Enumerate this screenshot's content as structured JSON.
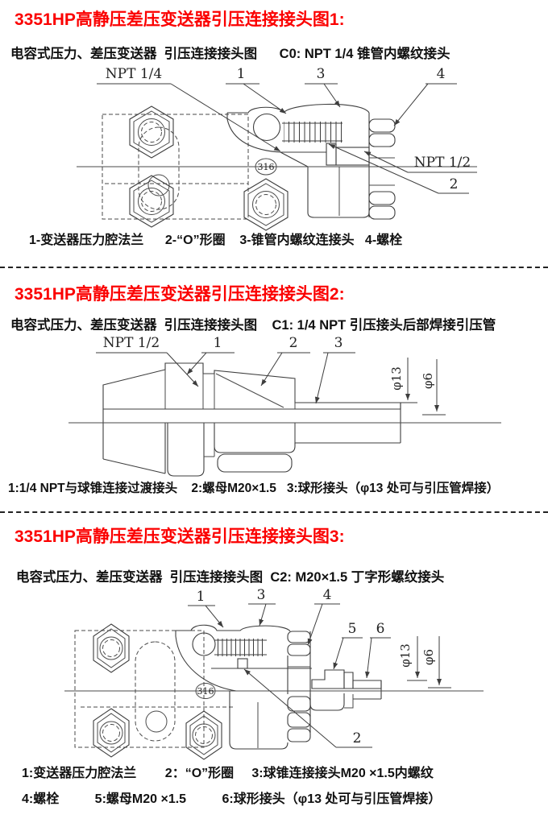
{
  "page": {
    "background": "#ffffff",
    "heading_color": "#fb0000",
    "ink_color": "#111111",
    "drawing_line_color": "#3d3d3d"
  },
  "sections": [
    {
      "heading": "3351HP高静压差压变送器引压连接接头图1:",
      "subtitle": "电容式压力、差压变送器  引压连接接头图      C0: NPT 1/4 锥管内螺纹接头",
      "captions": [
        "1-变送器压力腔法兰      2-“O”形圈    3-锥管内螺纹连接头   4-螺栓"
      ],
      "diagram_labels": {
        "npt14": "NPT 1/4",
        "n1": "1",
        "n3": "3",
        "n4": "4",
        "npt12": "NPT 1/2",
        "n2": "2",
        "steel": "316"
      }
    },
    {
      "heading": "3351HP高静压差压变送器引压连接接头图2:",
      "subtitle": "电容式压力、差压变送器  引压连接接头图    C1: 1/4 NPT 引压接头后部焊接引压管",
      "captions": [
        "1:1/4 NPT与球锥连接过渡接头    2:螺母M20×1.5   3:球形接头（φ13 处可与引压管焊接）"
      ],
      "diagram_labels": {
        "npt12": "NPT 1/2",
        "n1": "1",
        "n2": "2",
        "n3": "3",
        "d13": "φ13",
        "d6": "φ6"
      }
    },
    {
      "heading": "3351HP高静压差压变送器引压连接接头图3:",
      "subtitle": "电容式压力、差压变送器  引压连接接头图  C2: M20×1.5 丁字形螺纹接头",
      "captions": [
        "1:变送器压力腔法兰        2：“O”形圈     3:球锥连接接头M20 ×1.5内螺纹",
        "4:螺栓          5:螺母M20 ×1.5          6:球形接头（φ13 处可与引压管焊接）"
      ],
      "diagram_labels": {
        "n1": "1",
        "n3": "3",
        "n4": "4",
        "n5": "5",
        "n6": "6",
        "n2": "2",
        "steel": "316",
        "d13": "φ13",
        "d6": "φ6"
      }
    }
  ]
}
